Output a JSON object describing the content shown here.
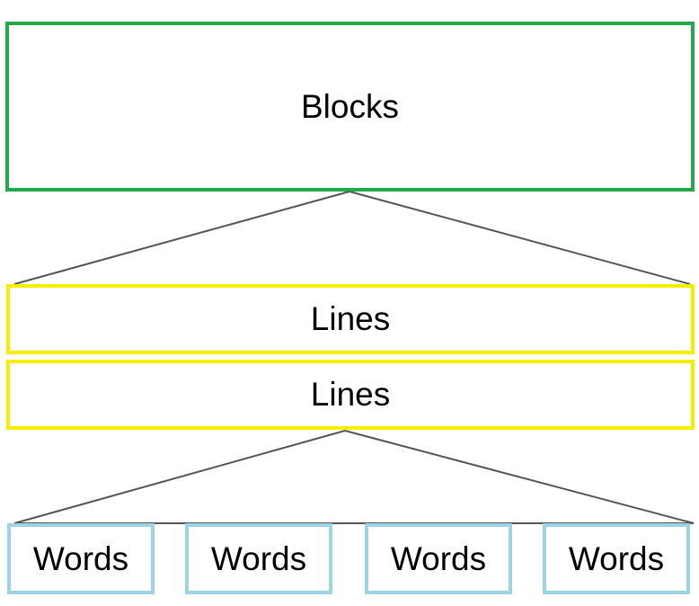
{
  "diagram": {
    "levels": {
      "blocks": {
        "label": "Blocks"
      },
      "lines": [
        {
          "label": "Lines"
        },
        {
          "label": "Lines"
        }
      ],
      "words": [
        {
          "label": "Words"
        },
        {
          "label": "Words"
        },
        {
          "label": "Words"
        },
        {
          "label": "Words"
        }
      ]
    },
    "colors": {
      "blocks_border": "#22aa4a",
      "lines_border": "#f5ee00",
      "words_border": "#9dd3e3",
      "connector": "#555555"
    }
  }
}
